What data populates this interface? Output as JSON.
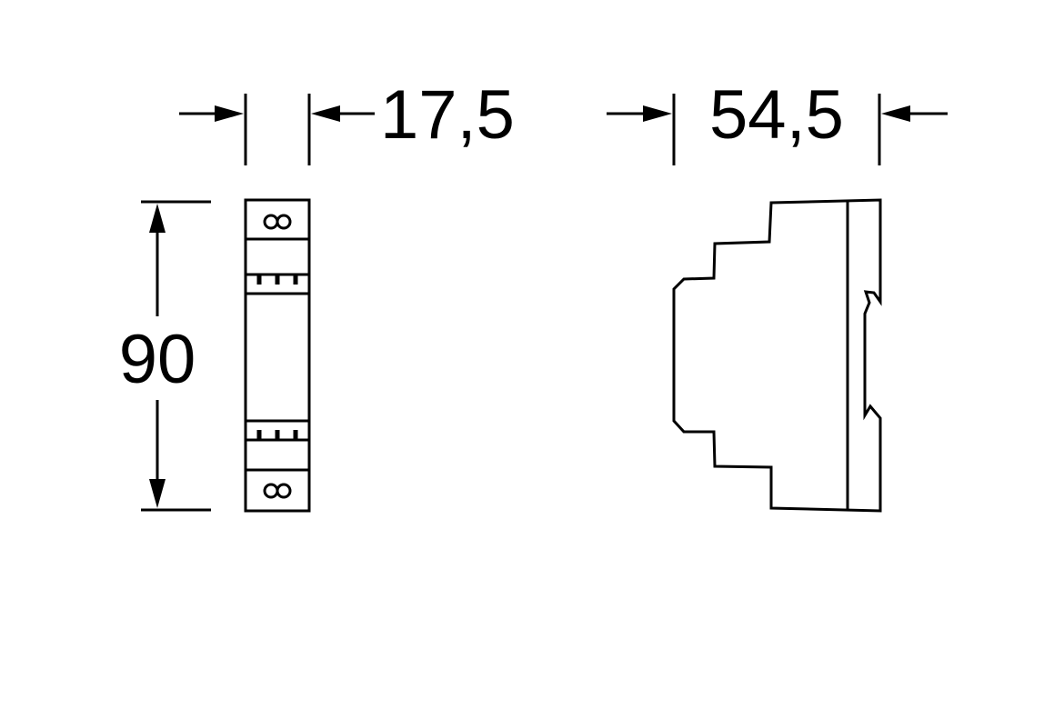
{
  "dimensions": {
    "width": "17,5",
    "depth": "54,5",
    "height": "90"
  },
  "colors": {
    "line": "#000000",
    "background": "#ffffff"
  }
}
